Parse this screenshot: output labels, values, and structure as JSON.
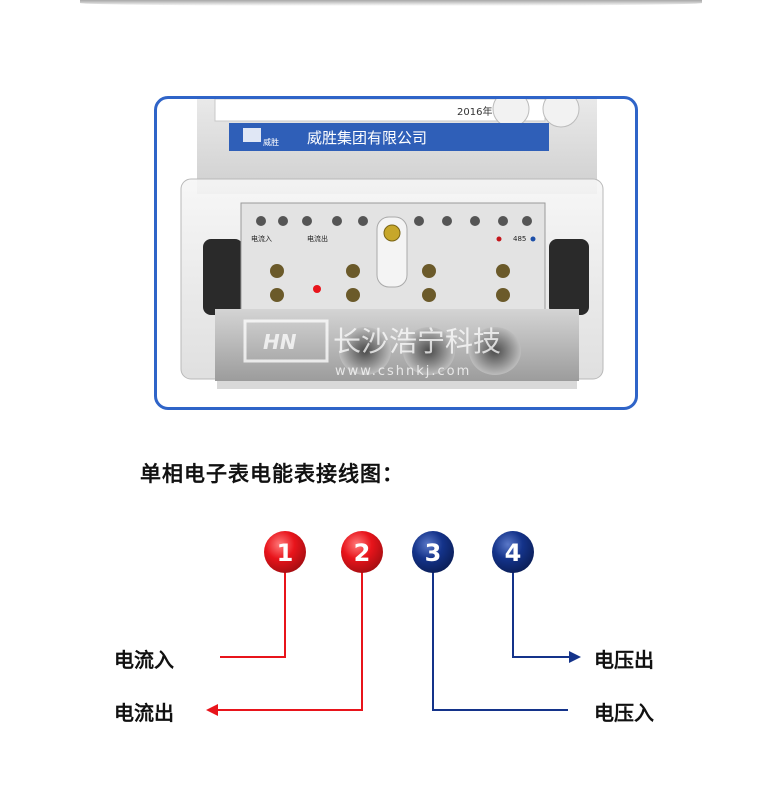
{
  "photo": {
    "year_text": "2016年",
    "company_name": "威胜集团有限公司",
    "logo_text": "威胜",
    "terminal_label_1": "电流入",
    "terminal_label_2": "电流出",
    "port_label": "485",
    "watermark_cn": "长沙浩宁科技",
    "watermark_url": "www.cshnkj.com"
  },
  "caption": "单相电子表电能表接线图：",
  "terminals": [
    {
      "number": "1",
      "color": "#e8141b",
      "label": "电流入",
      "direction": "in"
    },
    {
      "number": "2",
      "color": "#e8141b",
      "label": "电流出",
      "direction": "out"
    },
    {
      "number": "3",
      "color": "#14338a",
      "label": "电压入",
      "direction": "in"
    },
    {
      "number": "4",
      "color": "#14338a",
      "label": "电压出",
      "direction": "out"
    }
  ],
  "colors": {
    "frame": "#2f64c8",
    "current_wire": "#e8141b",
    "voltage_wire": "#14338a"
  }
}
